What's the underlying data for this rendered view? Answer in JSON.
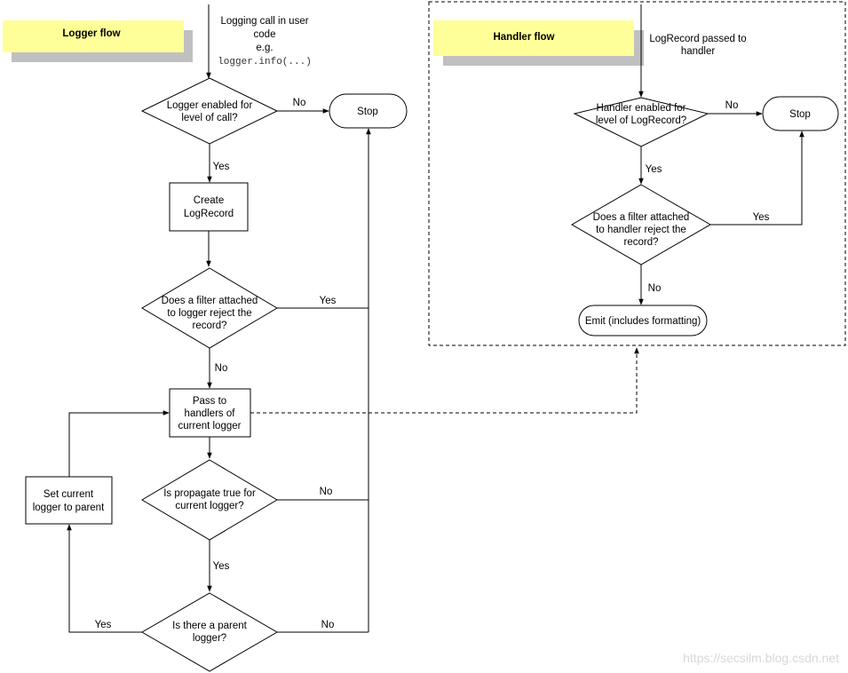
{
  "logger_flow": {
    "title": "Logger flow",
    "entry": [
      "Logging call in user",
      "code",
      "e.g."
    ],
    "entry_code": "logger.info(...)",
    "decision_enabled": [
      "Logger enabled for",
      "level of call?"
    ],
    "stop": "Stop",
    "create_record": [
      "Create",
      "LogRecord"
    ],
    "decision_filter": [
      "Does a filter attached",
      "to logger reject the",
      "record?"
    ],
    "pass_to_handlers": [
      "Pass to",
      "handlers of",
      "current logger"
    ],
    "decision_propagate": [
      "Is propagate true for",
      "current logger?"
    ],
    "decision_parent": [
      "Is there a parent",
      "logger?"
    ],
    "set_parent": [
      "Set current",
      "logger to parent"
    ],
    "labels": {
      "no_enabled": "No",
      "yes_enabled": "Yes",
      "yes_filter": "Yes",
      "no_filter": "No",
      "no_propagate": "No",
      "yes_propagate": "Yes",
      "yes_parent": "Yes",
      "no_parent": "No"
    }
  },
  "handler_flow": {
    "title": "Handler flow",
    "entry": [
      "LogRecord passed to",
      "handler"
    ],
    "decision_enabled": [
      "Handler enabled for",
      "level of LogRecord?"
    ],
    "stop": "Stop",
    "decision_filter": [
      "Does a filter attached",
      "to handler reject the",
      "record?"
    ],
    "emit": "Emit (includes formatting)",
    "labels": {
      "no_enabled": "No",
      "yes_enabled": "Yes",
      "yes_filter": "Yes",
      "no_filter": "No"
    }
  },
  "watermark": "https://secsilm.blog.csdn.net"
}
